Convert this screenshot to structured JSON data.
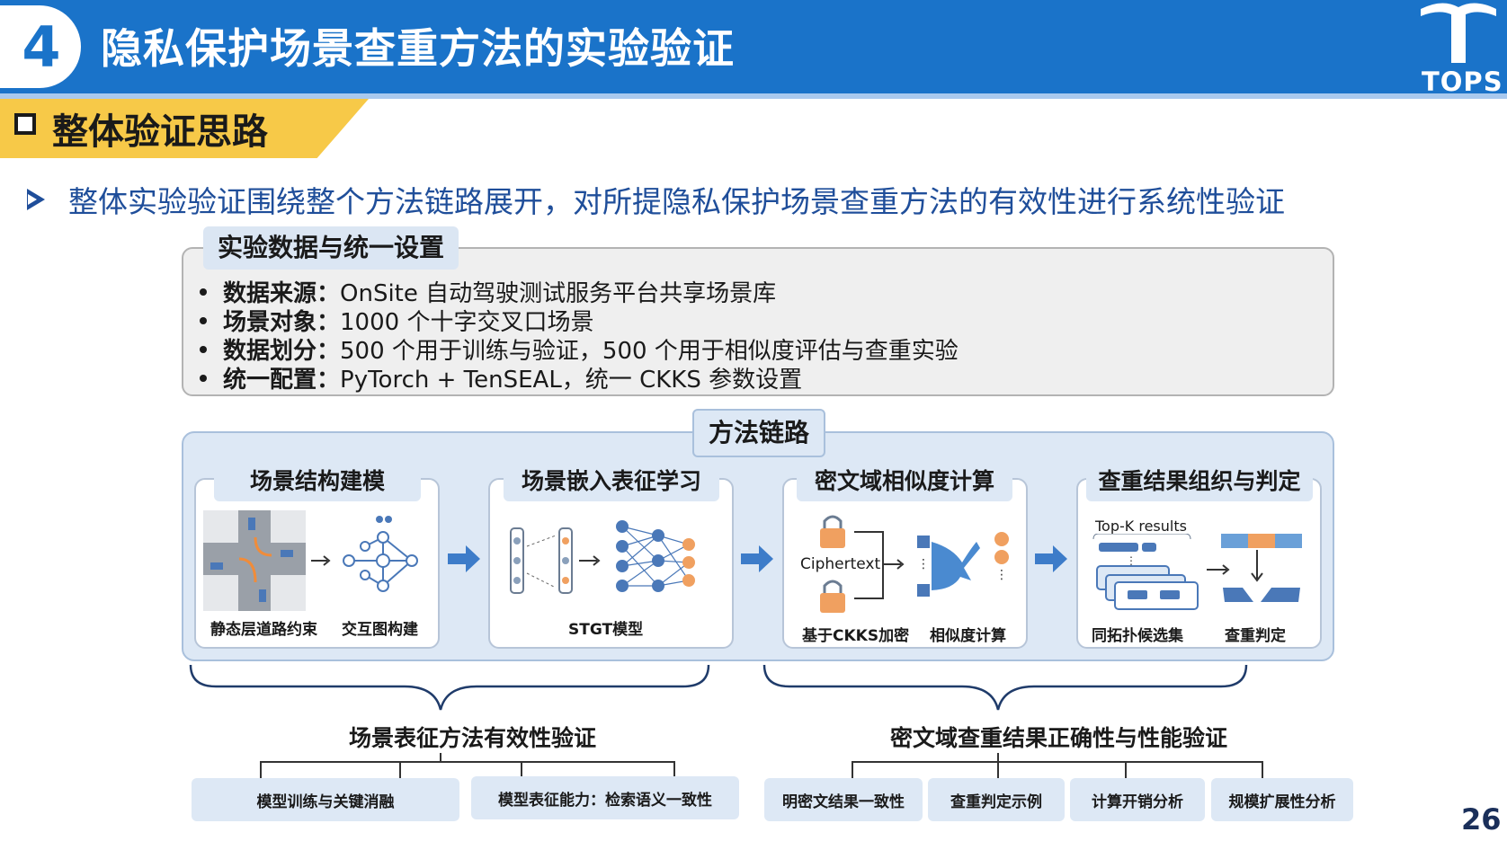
{
  "header": {
    "section_number": "4",
    "title": "隐私保护场景查重方法的实验验证",
    "logo_text": "TOPS"
  },
  "subheading": "整体验证思路",
  "intro": "整体实验验证围绕整个方法链路展开，对所提隐私保护场景查重方法的有效性进行系统性验证",
  "settings": {
    "title": "实验数据与统一设置",
    "items": [
      {
        "key": "数据来源：",
        "value": "OnSite 自动驾驶测试服务平台共享场景库"
      },
      {
        "key": "场景对象：",
        "value": "1000 个十字交叉口场景"
      },
      {
        "key": "数据划分：",
        "value": "500 个用于训练与验证，500 个用于相似度评估与查重实验"
      },
      {
        "key": "统一配置：",
        "value": "PyTorch + TenSEAL，统一 CKKS 参数设置"
      }
    ]
  },
  "chain": {
    "title": "方法链路",
    "stages": [
      {
        "title": "场景结构建模",
        "captions": [
          "静态层道路约束",
          "交互图构建"
        ]
      },
      {
        "title": "场景嵌入表征学习",
        "captions": [
          "STGT模型"
        ]
      },
      {
        "title": "密文域相似度计算",
        "captions": [
          "基于CKKS加密",
          "相似度计算"
        ],
        "label": "Ciphertext"
      },
      {
        "title": "查重结果组织与判定",
        "captions": [
          "同拓扑候选集",
          "查重判定"
        ],
        "label": "Top-K results"
      }
    ]
  },
  "verification": {
    "left": {
      "title": "场景表征方法有效性验证",
      "items": [
        "模型训练与关键消融",
        "模型表征能力：检索语义一致性"
      ]
    },
    "right": {
      "title": "密文域查重结果正确性与性能验证",
      "items": [
        "明密文结果一致性",
        "查重判定示例",
        "计算开销分析",
        "规模扩展性分析"
      ]
    }
  },
  "page_number": "26",
  "colors": {
    "banner": "#1a73c9",
    "accent_yellow": "#f7c948",
    "text_blue": "#1f4e9a",
    "panel_blue": "#dde8f5",
    "orange": "#f0a060"
  }
}
